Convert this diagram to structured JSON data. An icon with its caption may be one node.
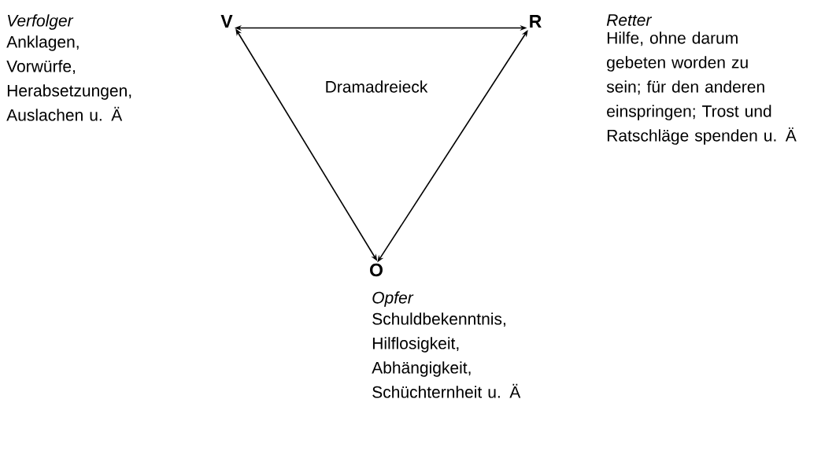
{
  "diagram": {
    "nodes": [
      {
        "text": [
          "V"
        ],
        "beside": [
          "Verfolger",
          "Anklagen, Vorwürfe, Herabsetzungen, Auslachen u. Ä"
        ]
      },
      {
        "text": [
          "R"
        ],
        "beside": [
          "Retter",
          "Hilfe, ohne darum gebeten worden zu sein; für den anderen einspringen; Trost und Ratschläge spenden u. Ä"
        ]
      },
      {
        "text": [
          "O"
        ],
        "beside": [
          "Opfer",
          "Schuldbekenntnis, Hilflosigkeit, Abhängigkeit, Schüchternheit u. Ä"
        ]
      }
    ],
    "edges": [
      {
        "from": 0,
        "to": 1,
        "arrow": "both"
      },
      {
        "from": 0,
        "to": 2,
        "arrow": "both"
      },
      {
        "from": 1,
        "to": 2,
        "arrow": "both"
      }
    ],
    "labels": [
      "Dramadreieck"
    ]
  }
}
